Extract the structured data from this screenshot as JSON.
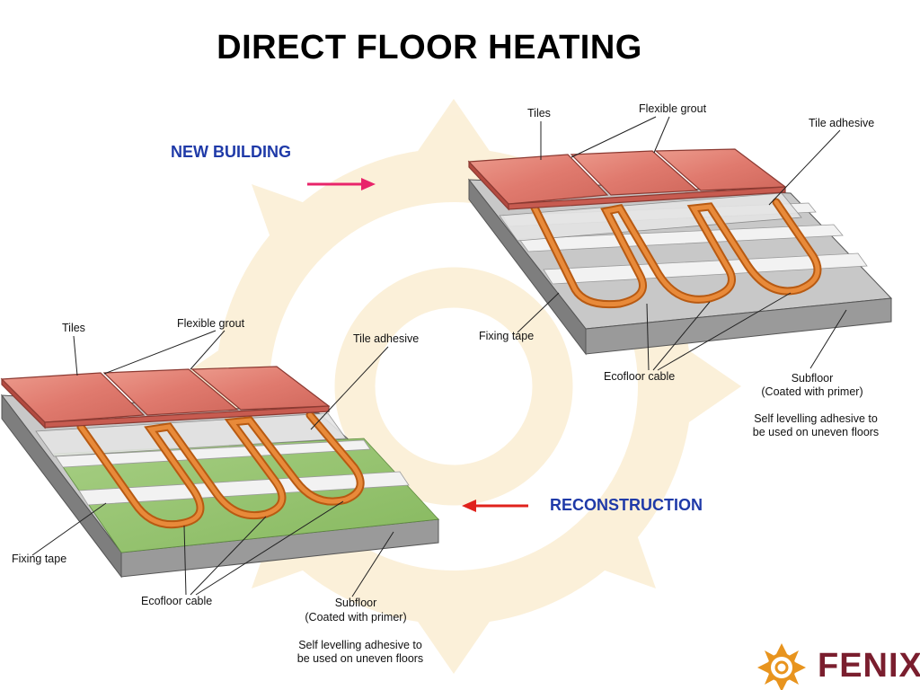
{
  "title": "DIRECT FLOOR HEATING",
  "new_building": {
    "heading": "NEW BUILDING",
    "labels": {
      "tiles": "Tiles",
      "flexible_grout": "Flexible grout",
      "tile_adhesive": "Tile adhesive",
      "fixing_tape": "Fixing tape",
      "ecofloor_cable": "Ecofloor cable",
      "subfloor_line1": "Subfloor",
      "subfloor_line2": "(Coated with primer)",
      "self_level_line1": "Self levelling adhesive to",
      "self_level_line2": "be used on uneven floors"
    }
  },
  "reconstruction": {
    "heading": "RECONSTRUCTION",
    "labels": {
      "tiles": "Tiles",
      "flexible_grout": "Flexible grout",
      "tile_adhesive": "Tile adhesive",
      "fixing_tape": "Fixing tape",
      "ecofloor_cable": "Ecofloor cable",
      "subfloor_line1": "Subfloor",
      "subfloor_line2": "(Coated with primer)",
      "self_level_line1": "Self levelling adhesive to",
      "self_level_line2": "be used on uneven floors"
    }
  },
  "logo": {
    "text": "FENIX"
  },
  "colors": {
    "tile": "#e07a6e",
    "tile_dark": "#b34a40",
    "cable": "#e88a3a",
    "cable_dark": "#b85a12",
    "green_layer": "#8fc06a",
    "arrow_pink": "#e8246a",
    "arrow_red": "#e0221c",
    "heading_blue": "#1f3aa8",
    "logo_text": "#7a1e2e",
    "sun_watermark": "#f7e3b8"
  }
}
